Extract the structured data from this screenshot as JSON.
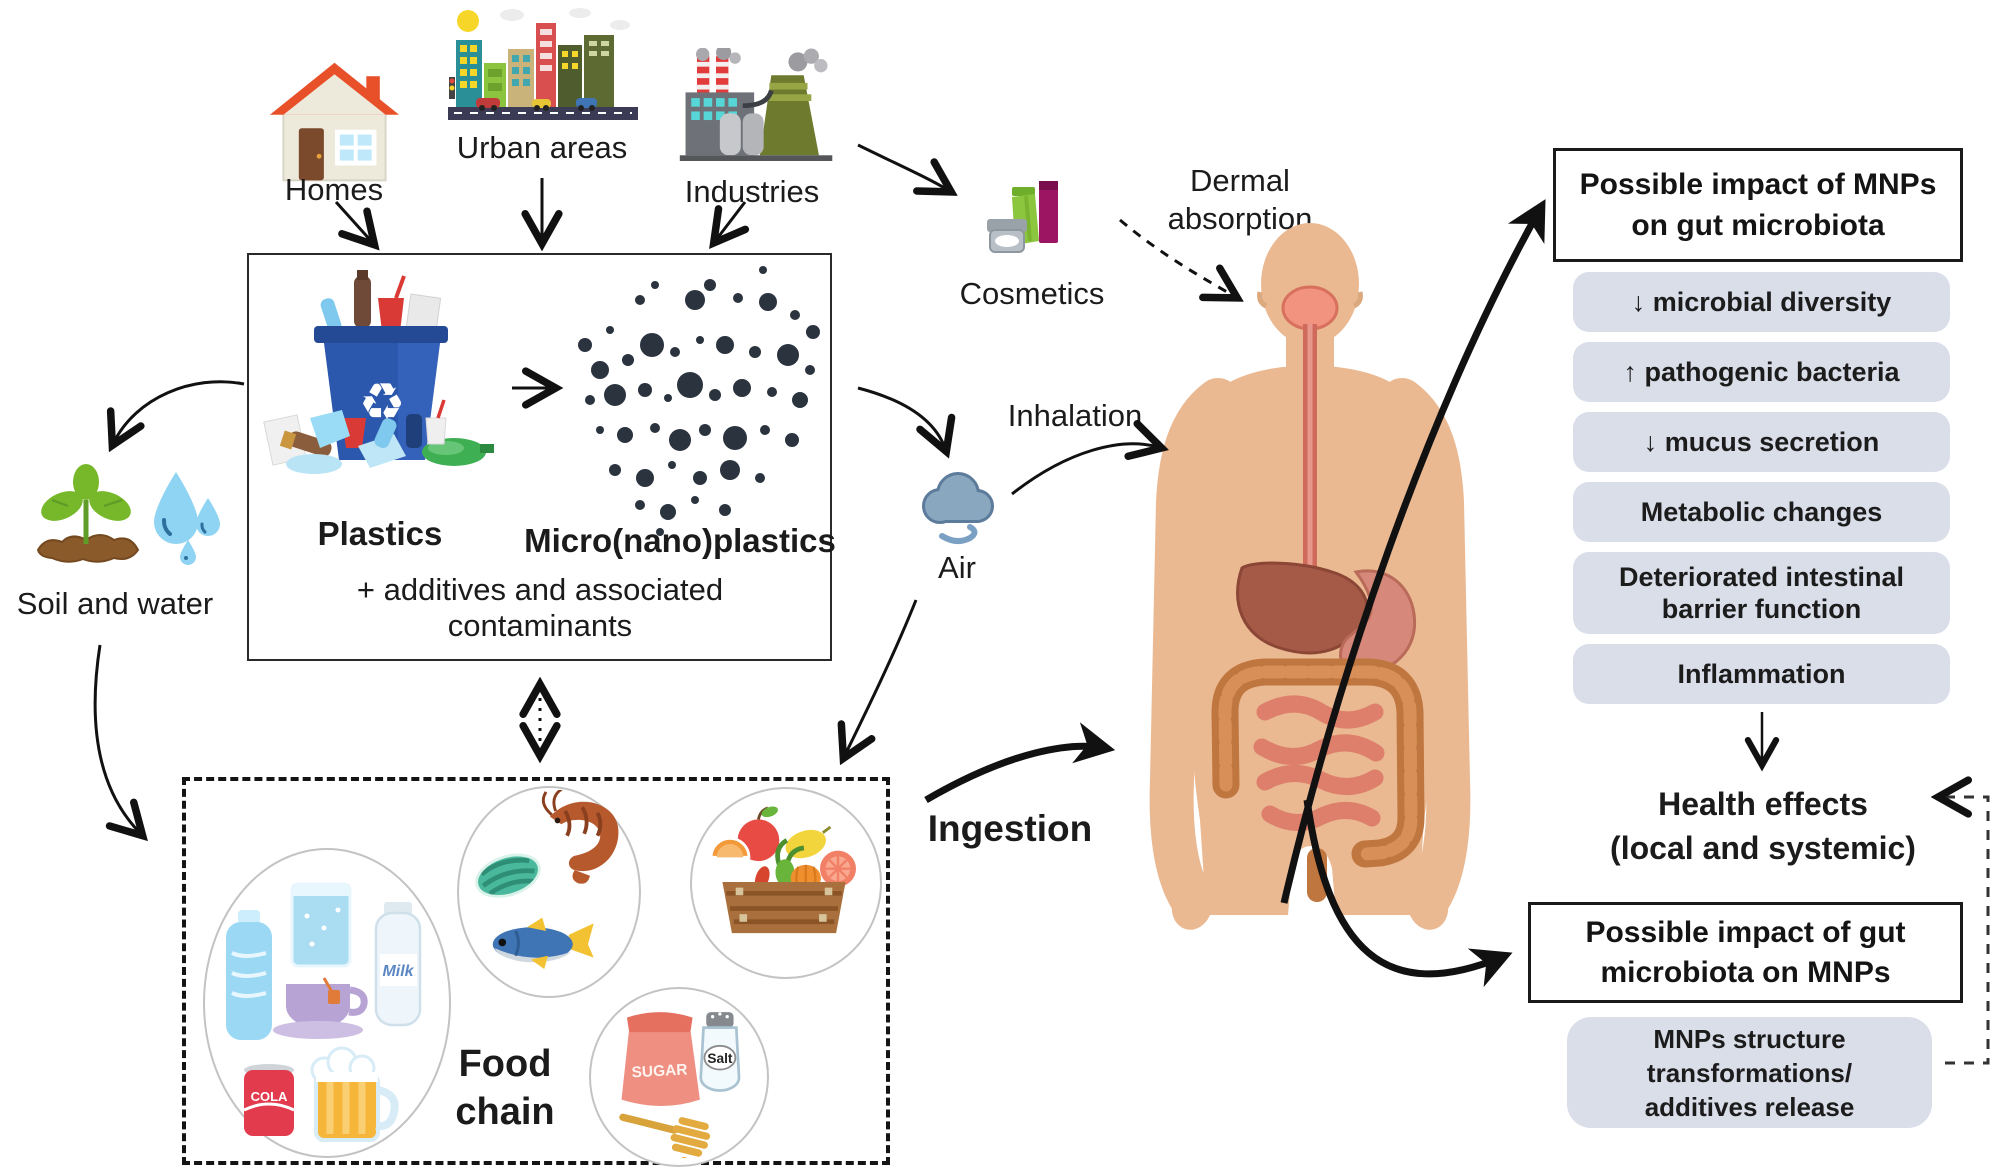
{
  "sources": {
    "homes": "Homes",
    "urban_areas": "Urban areas",
    "industries": "Industries"
  },
  "plastics_box": {
    "plastics_label": "Plastics",
    "mnp_label": "Micro(nano)plastics",
    "additives_line1": "+ additives and associated",
    "additives_line2": "contaminants"
  },
  "environment": {
    "soil_water_label": "Soil and water",
    "cosmetics_label": "Cosmetics",
    "air_label": "Air"
  },
  "exposure_routes": {
    "dermal": "Dermal absorption",
    "inhalation": "Inhalation",
    "ingestion": "Ingestion"
  },
  "food_chain": {
    "label": "Food chain",
    "sugar_bag_text": "SUGAR",
    "salt_label": "Salt",
    "milk_label": "Milk",
    "cola_label": "COLA"
  },
  "right_panel": {
    "impact_mnps_title_lines": [
      "Possible impact of MNPs",
      "on gut microbiota"
    ],
    "effects": [
      "↓ microbial diversity",
      "↑ pathogenic bacteria",
      "↓ mucus secretion",
      "Metabolic changes",
      "Deteriorated intestinal barrier function",
      "Inflammation"
    ],
    "health_effects_lines": [
      "Health effects",
      "(local and systemic)"
    ],
    "impact_gut_title_lines": [
      "Possible impact of gut",
      "microbiota on MNPs"
    ],
    "mnps_structure_lines": [
      "MNPs structure",
      "transformations/",
      "additives release"
    ]
  },
  "icons": {
    "recycle_glyph": "♻"
  },
  "colors": {
    "pill_bg": "#d9dee9",
    "skin": "#eab992",
    "bin_blue": "#2b57ad",
    "dot_color": "#2a333e",
    "air_cloud": "#8aa7c0",
    "accent_black": "#111111"
  }
}
